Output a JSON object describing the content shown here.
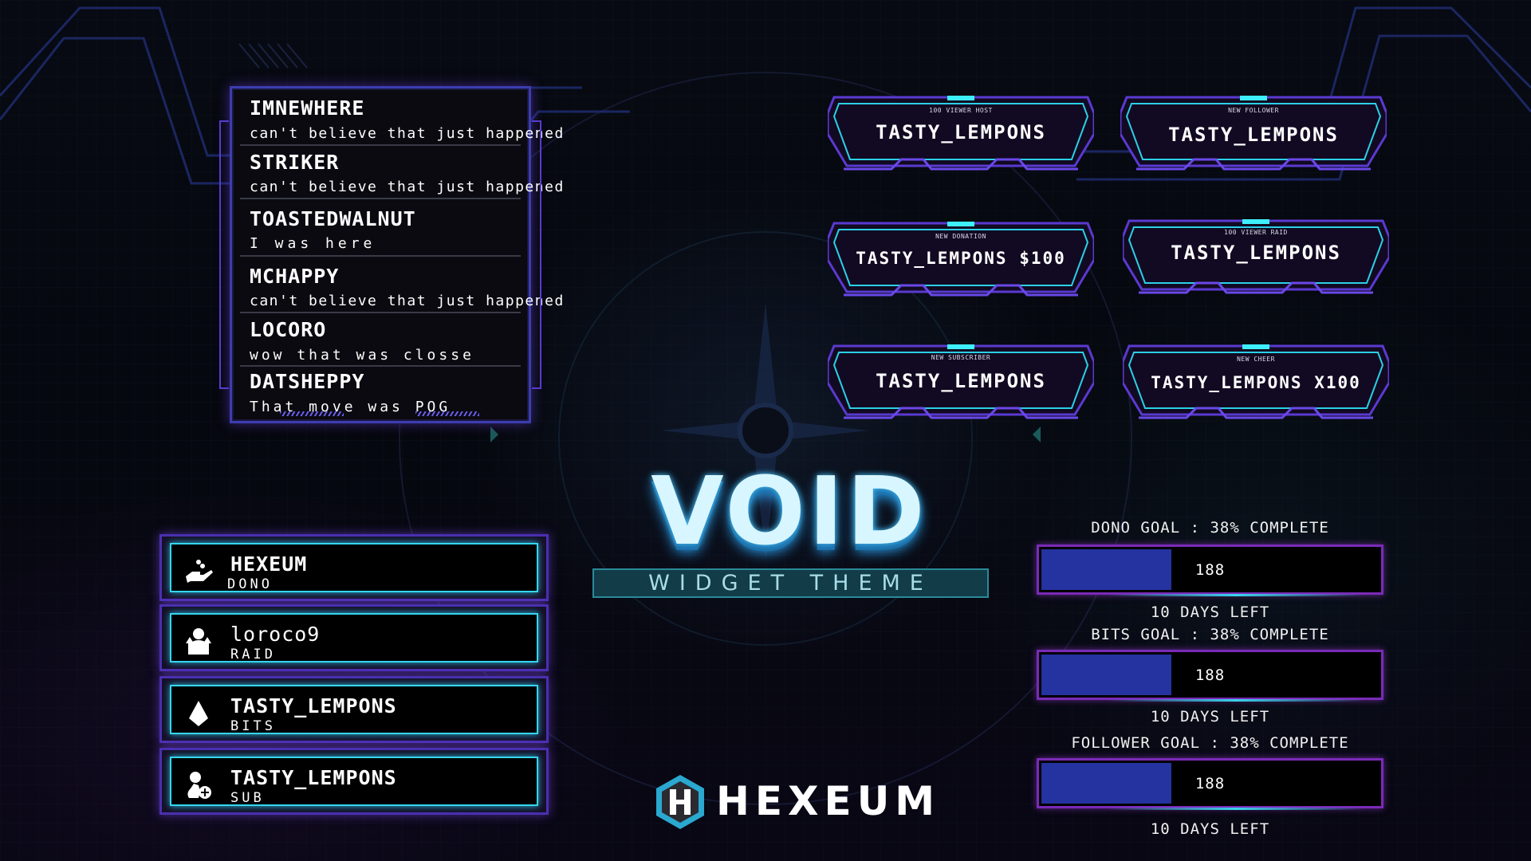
{
  "chat": {
    "messages": [
      {
        "name": "IMNEWHERE",
        "text": "can't believe that just happened"
      },
      {
        "name": "STRIKER",
        "text": "can't believe that just happened"
      },
      {
        "name": "TOASTEDWALNUT",
        "text": "I was here"
      },
      {
        "name": "MCHAPPY",
        "text": "can't believe that just happened"
      },
      {
        "name": "LOCORO",
        "text": "wow that was closse"
      },
      {
        "name": "DATSHEPPY",
        "text": "That move was POG"
      }
    ]
  },
  "alerts": [
    {
      "label": "100 VIEWER HOST",
      "name": "TASTY_LEMPONS"
    },
    {
      "label": "NEW FOLLOWER",
      "name": "TASTY_LEMPONS"
    },
    {
      "label": "NEW DONATION",
      "name": "TASTY_LEMPONS $100"
    },
    {
      "label": "100 VIEWER RAID",
      "name": "TASTY_LEMPONS"
    },
    {
      "label": "NEW SUBSCRIBER",
      "name": "TASTY_LEMPONS"
    },
    {
      "label": "NEW CHEER",
      "name": "TASTY_LEMPONS X100"
    }
  ],
  "title": {
    "main": "VOID",
    "subtitle": "WIDGET THEME"
  },
  "events": [
    {
      "name": "HEXEUM",
      "type": "DONO",
      "icon": "donation-hand-icon"
    },
    {
      "name": "loroco9",
      "type": "RAID",
      "icon": "raid-user-icon"
    },
    {
      "name": "TASTY_LEMPONS",
      "type": "BITS",
      "icon": "bits-gem-icon"
    },
    {
      "name": "TASTY_LEMPONS",
      "type": "SUB",
      "icon": "subscriber-add-icon"
    }
  ],
  "goals": [
    {
      "label": "DONO GOAL : 38% COMPLETE",
      "value": "188",
      "percent": 38,
      "footer": "10 DAYS LEFT"
    },
    {
      "label": "BITS GOAL : 38% COMPLETE",
      "value": "188",
      "percent": 38,
      "footer": "10 DAYS LEFT"
    },
    {
      "label": "FOLLOWER GOAL : 38% COMPLETE",
      "value": "188",
      "percent": 38,
      "footer": "10 DAYS LEFT"
    }
  ],
  "brand": {
    "name": "HEXEUM",
    "logo_letter": "H"
  },
  "colors": {
    "cyan": "#36d6f0",
    "purple": "#5a3ad0",
    "goal_fill": "#2433a0",
    "title": "#d8f6ff"
  }
}
